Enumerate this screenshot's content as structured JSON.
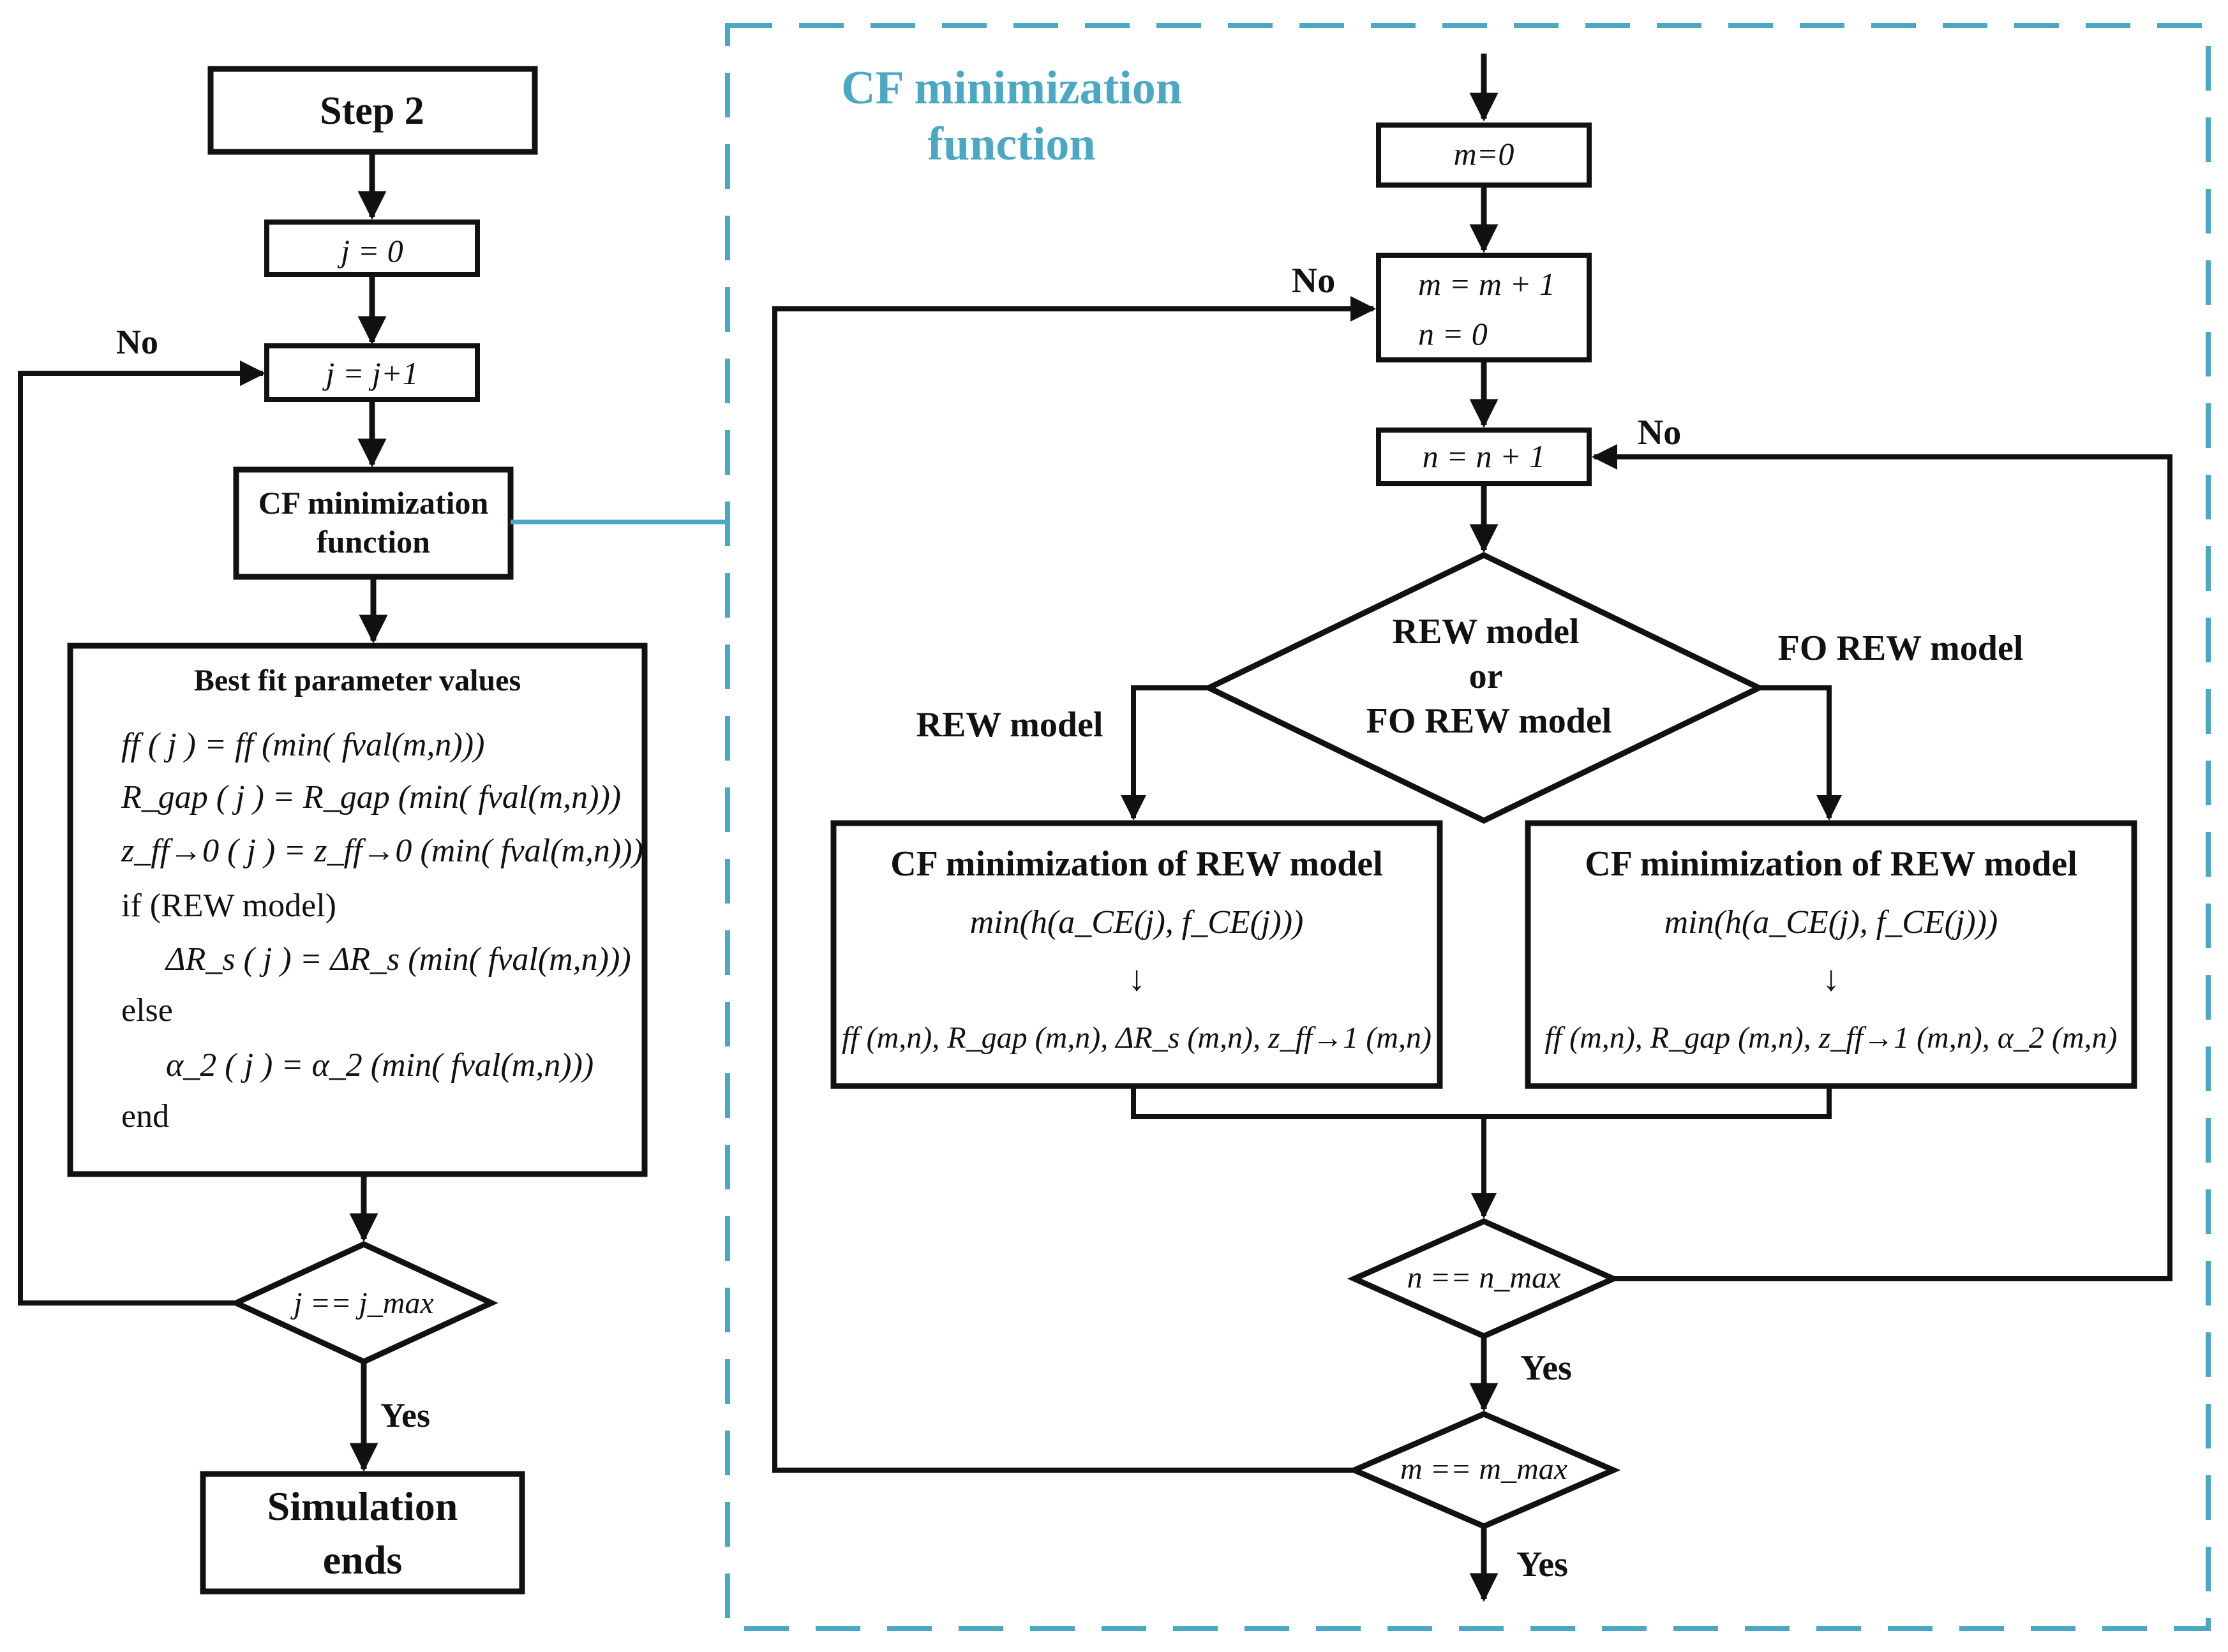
{
  "colors": {
    "line": "#111111",
    "accent": "#4ba8c4",
    "background": "#ffffff"
  },
  "left": {
    "step2": "Step 2",
    "j_init": "j = 0",
    "j_inc": "j = j+1",
    "cf_line1": "CF minimization",
    "cf_line2": "function",
    "best_title": "Best fit parameter values",
    "best_lines": [
      "ff ( j ) = ff (min( fval(m,n)))",
      "R_gap ( j ) = R_gap (min( fval(m,n)))",
      "z_ff→0 ( j ) = z_ff→0 (min( fval(m,n)))",
      "if (REW model)",
      "ΔR_s ( j ) = ΔR_s (min( fval(m,n)))",
      "else",
      "α_2 ( j ) = α_2 (min( fval(m,n)))",
      "end"
    ],
    "decision": "j == j_max",
    "no_label": "No",
    "yes_label": "Yes",
    "end_line1": "Simulation",
    "end_line2": "ends"
  },
  "right": {
    "title_line1": "CF minimization",
    "title_line2": "function",
    "m_init": "m=0",
    "m_inc_line1": "m = m + 1",
    "m_inc_line2": "n = 0",
    "n_inc": "n = n + 1",
    "diamond_line1": "REW model",
    "diamond_line2": "or",
    "diamond_line3": "FO REW model",
    "rew_label": "REW model",
    "fo_label": "FO REW model",
    "box_title_left": "CF minimization of REW model",
    "box_title_right": "CF minimization of REW model",
    "min_expr": "min(h(a_CE(j), f_CE(j)))",
    "arrow_glyph": "↓",
    "out_left": "ff (m,n), R_gap (m,n), ΔR_s (m,n), z_ff→1 (m,n)",
    "out_right": "ff (m,n), R_gap (m,n), z_ff→1 (m,n), α_2 (m,n)",
    "n_decision": "n == n_max",
    "m_decision": "m == m_max",
    "no_top": "No",
    "no_right": "No",
    "yes_n": "Yes",
    "yes_m": "Yes"
  }
}
